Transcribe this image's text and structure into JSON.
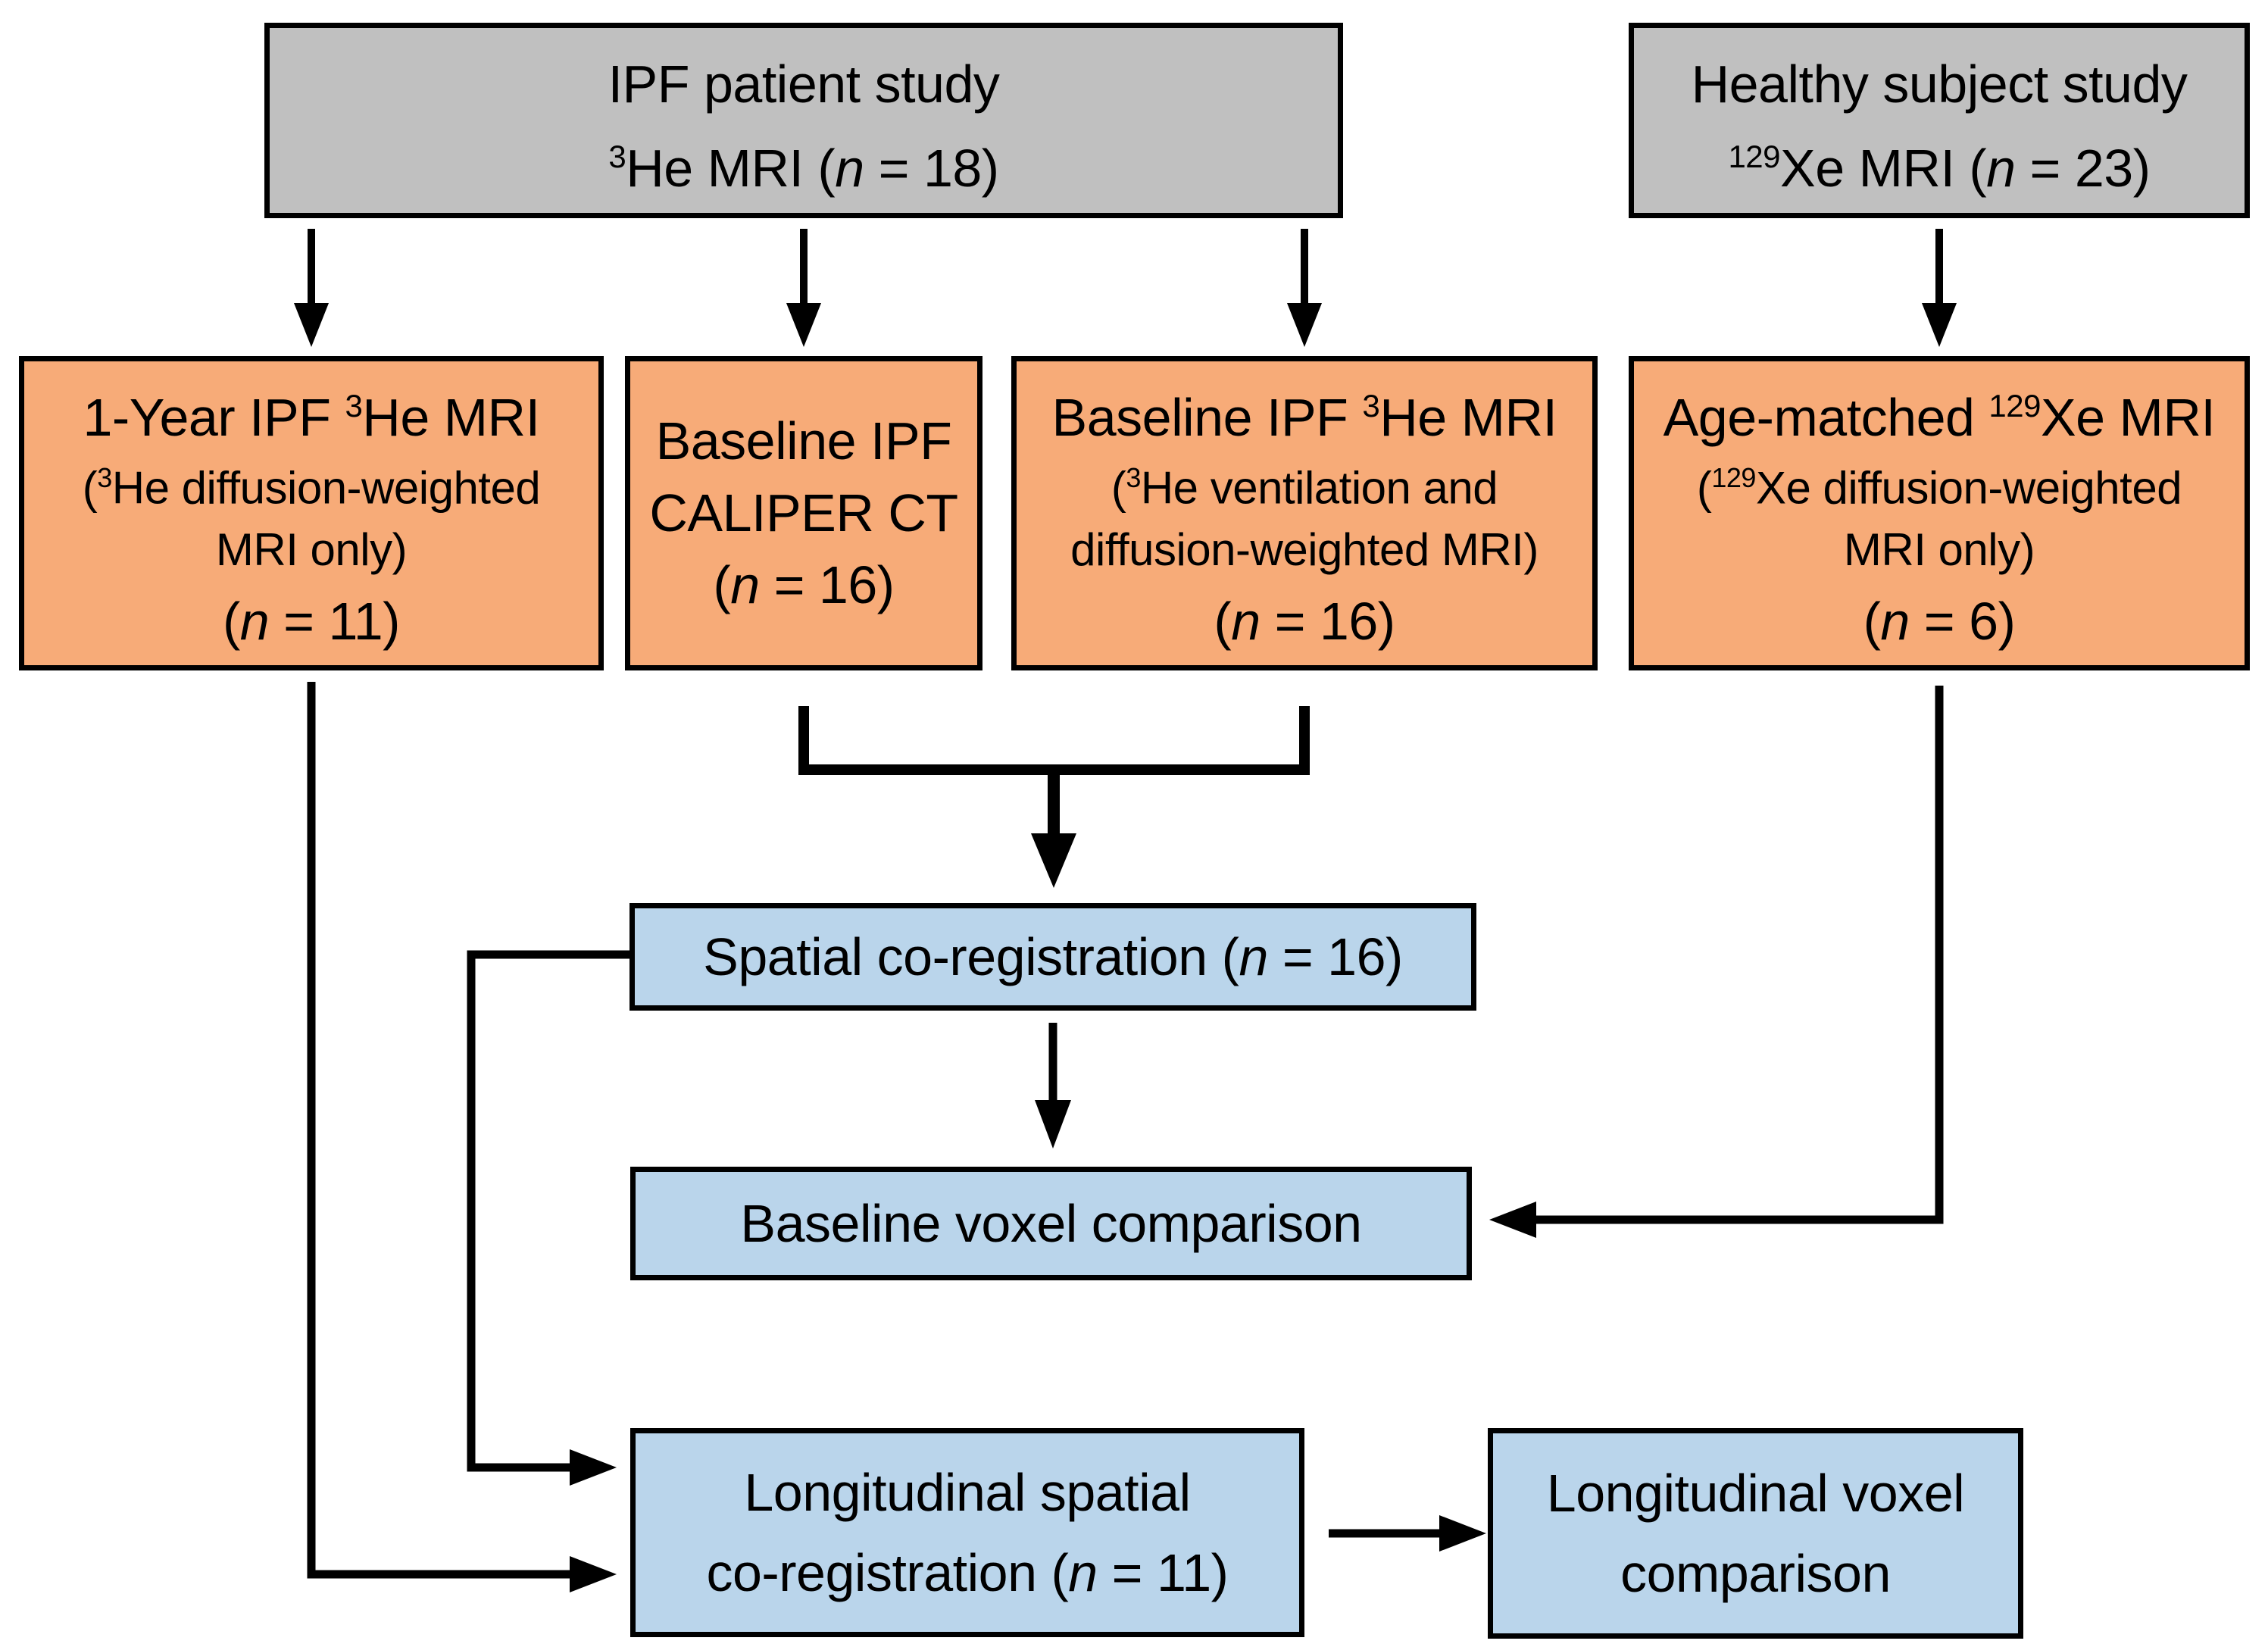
{
  "figure_type": "study-design-flowchart",
  "colors": {
    "gray": "#C0C0C0",
    "orange": "#F7AB78",
    "blue": "#BAD5EB",
    "line": "#000000",
    "background": "#FFFFFF"
  },
  "boxes": {
    "ipf_study": {
      "fill": "gray",
      "lines": [
        {
          "parts": [
            {
              "t": "IPF patient study"
            }
          ]
        },
        {
          "parts": [
            {
              "t": "3",
              "sup": true
            },
            {
              "t": "He MRI ("
            },
            {
              "t": "n",
              "it": true
            },
            {
              "t": " = 18)"
            }
          ]
        }
      ]
    },
    "healthy_study": {
      "fill": "gray",
      "lines": [
        {
          "parts": [
            {
              "t": "Healthy subject study"
            }
          ]
        },
        {
          "parts": [
            {
              "t": "129",
              "sup": true
            },
            {
              "t": "Xe MRI ("
            },
            {
              "t": "n",
              "it": true
            },
            {
              "t": " = 23)"
            }
          ]
        }
      ]
    },
    "one_year": {
      "fill": "orange",
      "lines": [
        {
          "parts": [
            {
              "t": "1-Year IPF "
            },
            {
              "t": "3",
              "sup": true
            },
            {
              "t": "He MRI"
            }
          ]
        },
        {
          "small": true,
          "parts": [
            {
              "t": "("
            },
            {
              "t": "3",
              "sup": true
            },
            {
              "t": "He diffusion-weighted"
            }
          ]
        },
        {
          "small": true,
          "parts": [
            {
              "t": "MRI only)"
            }
          ]
        },
        {
          "parts": [
            {
              "t": "("
            },
            {
              "t": "n",
              "it": true
            },
            {
              "t": " = 11)"
            }
          ]
        }
      ]
    },
    "caliper": {
      "fill": "orange",
      "lines": [
        {
          "parts": [
            {
              "t": "Baseline IPF"
            }
          ]
        },
        {
          "parts": [
            {
              "t": "CALIPER CT"
            }
          ]
        },
        {
          "parts": [
            {
              "t": "("
            },
            {
              "t": "n",
              "it": true
            },
            {
              "t": " = 16)"
            }
          ]
        }
      ]
    },
    "baseline_mri": {
      "fill": "orange",
      "lines": [
        {
          "parts": [
            {
              "t": "Baseline IPF "
            },
            {
              "t": "3",
              "sup": true
            },
            {
              "t": "He MRI"
            }
          ]
        },
        {
          "small": true,
          "parts": [
            {
              "t": "("
            },
            {
              "t": "3",
              "sup": true
            },
            {
              "t": "He ventilation and"
            }
          ]
        },
        {
          "small": true,
          "parts": [
            {
              "t": "diffusion-weighted MRI)"
            }
          ]
        },
        {
          "parts": [
            {
              "t": "("
            },
            {
              "t": "n",
              "it": true
            },
            {
              "t": " = 16)"
            }
          ]
        }
      ]
    },
    "age_matched": {
      "fill": "orange",
      "lines": [
        {
          "parts": [
            {
              "t": "Age-matched "
            },
            {
              "t": "129",
              "sup": true
            },
            {
              "t": "Xe MRI"
            }
          ]
        },
        {
          "small": true,
          "parts": [
            {
              "t": "("
            },
            {
              "t": "129",
              "sup": true
            },
            {
              "t": "Xe diffusion-weighted"
            }
          ]
        },
        {
          "small": true,
          "parts": [
            {
              "t": "MRI only)"
            }
          ]
        },
        {
          "parts": [
            {
              "t": "("
            },
            {
              "t": "n",
              "it": true
            },
            {
              "t": " = 6)"
            }
          ]
        }
      ]
    },
    "spatial_coreg": {
      "fill": "blue",
      "lines": [
        {
          "parts": [
            {
              "t": "Spatial co-registration ("
            },
            {
              "t": "n",
              "it": true
            },
            {
              "t": " = 16)"
            }
          ]
        }
      ]
    },
    "baseline_voxel": {
      "fill": "blue",
      "lines": [
        {
          "parts": [
            {
              "t": "Baseline voxel comparison"
            }
          ]
        }
      ]
    },
    "long_coreg": {
      "fill": "blue",
      "lines": [
        {
          "parts": [
            {
              "t": "Longitudinal spatial"
            }
          ]
        },
        {
          "parts": [
            {
              "t": "co-registration ("
            },
            {
              "t": "n",
              "it": true
            },
            {
              "t": " = 11)"
            }
          ]
        }
      ]
    },
    "long_voxel": {
      "fill": "blue",
      "lines": [
        {
          "parts": [
            {
              "t": "Longitudinal voxel"
            }
          ]
        },
        {
          "parts": [
            {
              "t": "comparison"
            }
          ]
        }
      ]
    }
  }
}
